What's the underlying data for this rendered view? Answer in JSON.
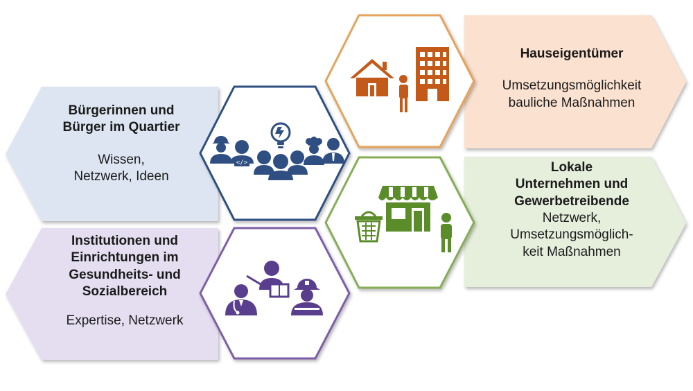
{
  "colors": {
    "blue": "#2f4f82",
    "blue_fill": "#dce5f1",
    "orange": "#c45a1a",
    "orange_border": "#e6a35a",
    "orange_fill": "#fbe1cf",
    "green": "#5b8c2a",
    "green_border": "#86ad56",
    "green_fill": "#e6efdc",
    "purple": "#5a3e8e",
    "purple_border": "#7d5fa8",
    "purple_fill": "#e4def0"
  },
  "groups": {
    "citizens": {
      "title_1": "Bürgerinnen und",
      "title_2": "Bürger im Quartier",
      "body_1": "Wissen,",
      "body_2": "Netzwerk, Ideen",
      "icon": "community-group-icon"
    },
    "owners": {
      "title_1": "Hauseigentümer",
      "body_1": "Umsetzungsmöglichkeit",
      "body_2": "bauliche Maßnahmen",
      "icon": "house-owner-icon"
    },
    "business": {
      "title_1": "Lokale",
      "title_2": "Unternehmen und",
      "title_3": "Gewerbetreibende",
      "body_1": "Netzwerk,",
      "body_2": "Umsetzungsmöglich-",
      "body_3": "keit Maßnahmen",
      "icon": "shop-icon"
    },
    "institutions": {
      "title_1": "Institutionen und",
      "title_2": "Einrichtungen im",
      "title_3": "Gesundheits- und",
      "title_4": "Sozialbereich",
      "body_1": "Expertise, Netzwerk",
      "icon": "health-social-icon"
    }
  }
}
